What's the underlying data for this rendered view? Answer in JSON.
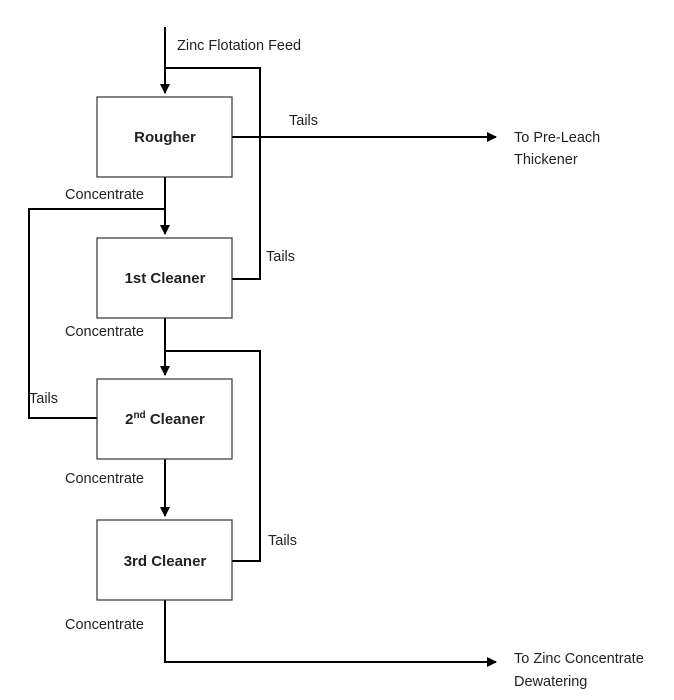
{
  "diagram": {
    "feed_label": "Zinc Flotation Feed",
    "units": {
      "rougher": "Rougher",
      "cleaner1": "1st Cleaner",
      "cleaner2_prefix": "2",
      "cleaner2_sup": "nd",
      "cleaner2_suffix": " Cleaner",
      "cleaner3": "3rd Cleaner"
    },
    "stream_labels": {
      "tails": "Tails",
      "concentrate": "Concentrate"
    },
    "outputs": {
      "pre_leach_line1": "To Pre-Leach",
      "pre_leach_line2": "Thickener",
      "dewatering_line1": "To Zinc Concentrate",
      "dewatering_line2": "Dewatering"
    },
    "colors": {
      "line": "#000000",
      "box_border": "#333333",
      "text": "#222222"
    }
  }
}
